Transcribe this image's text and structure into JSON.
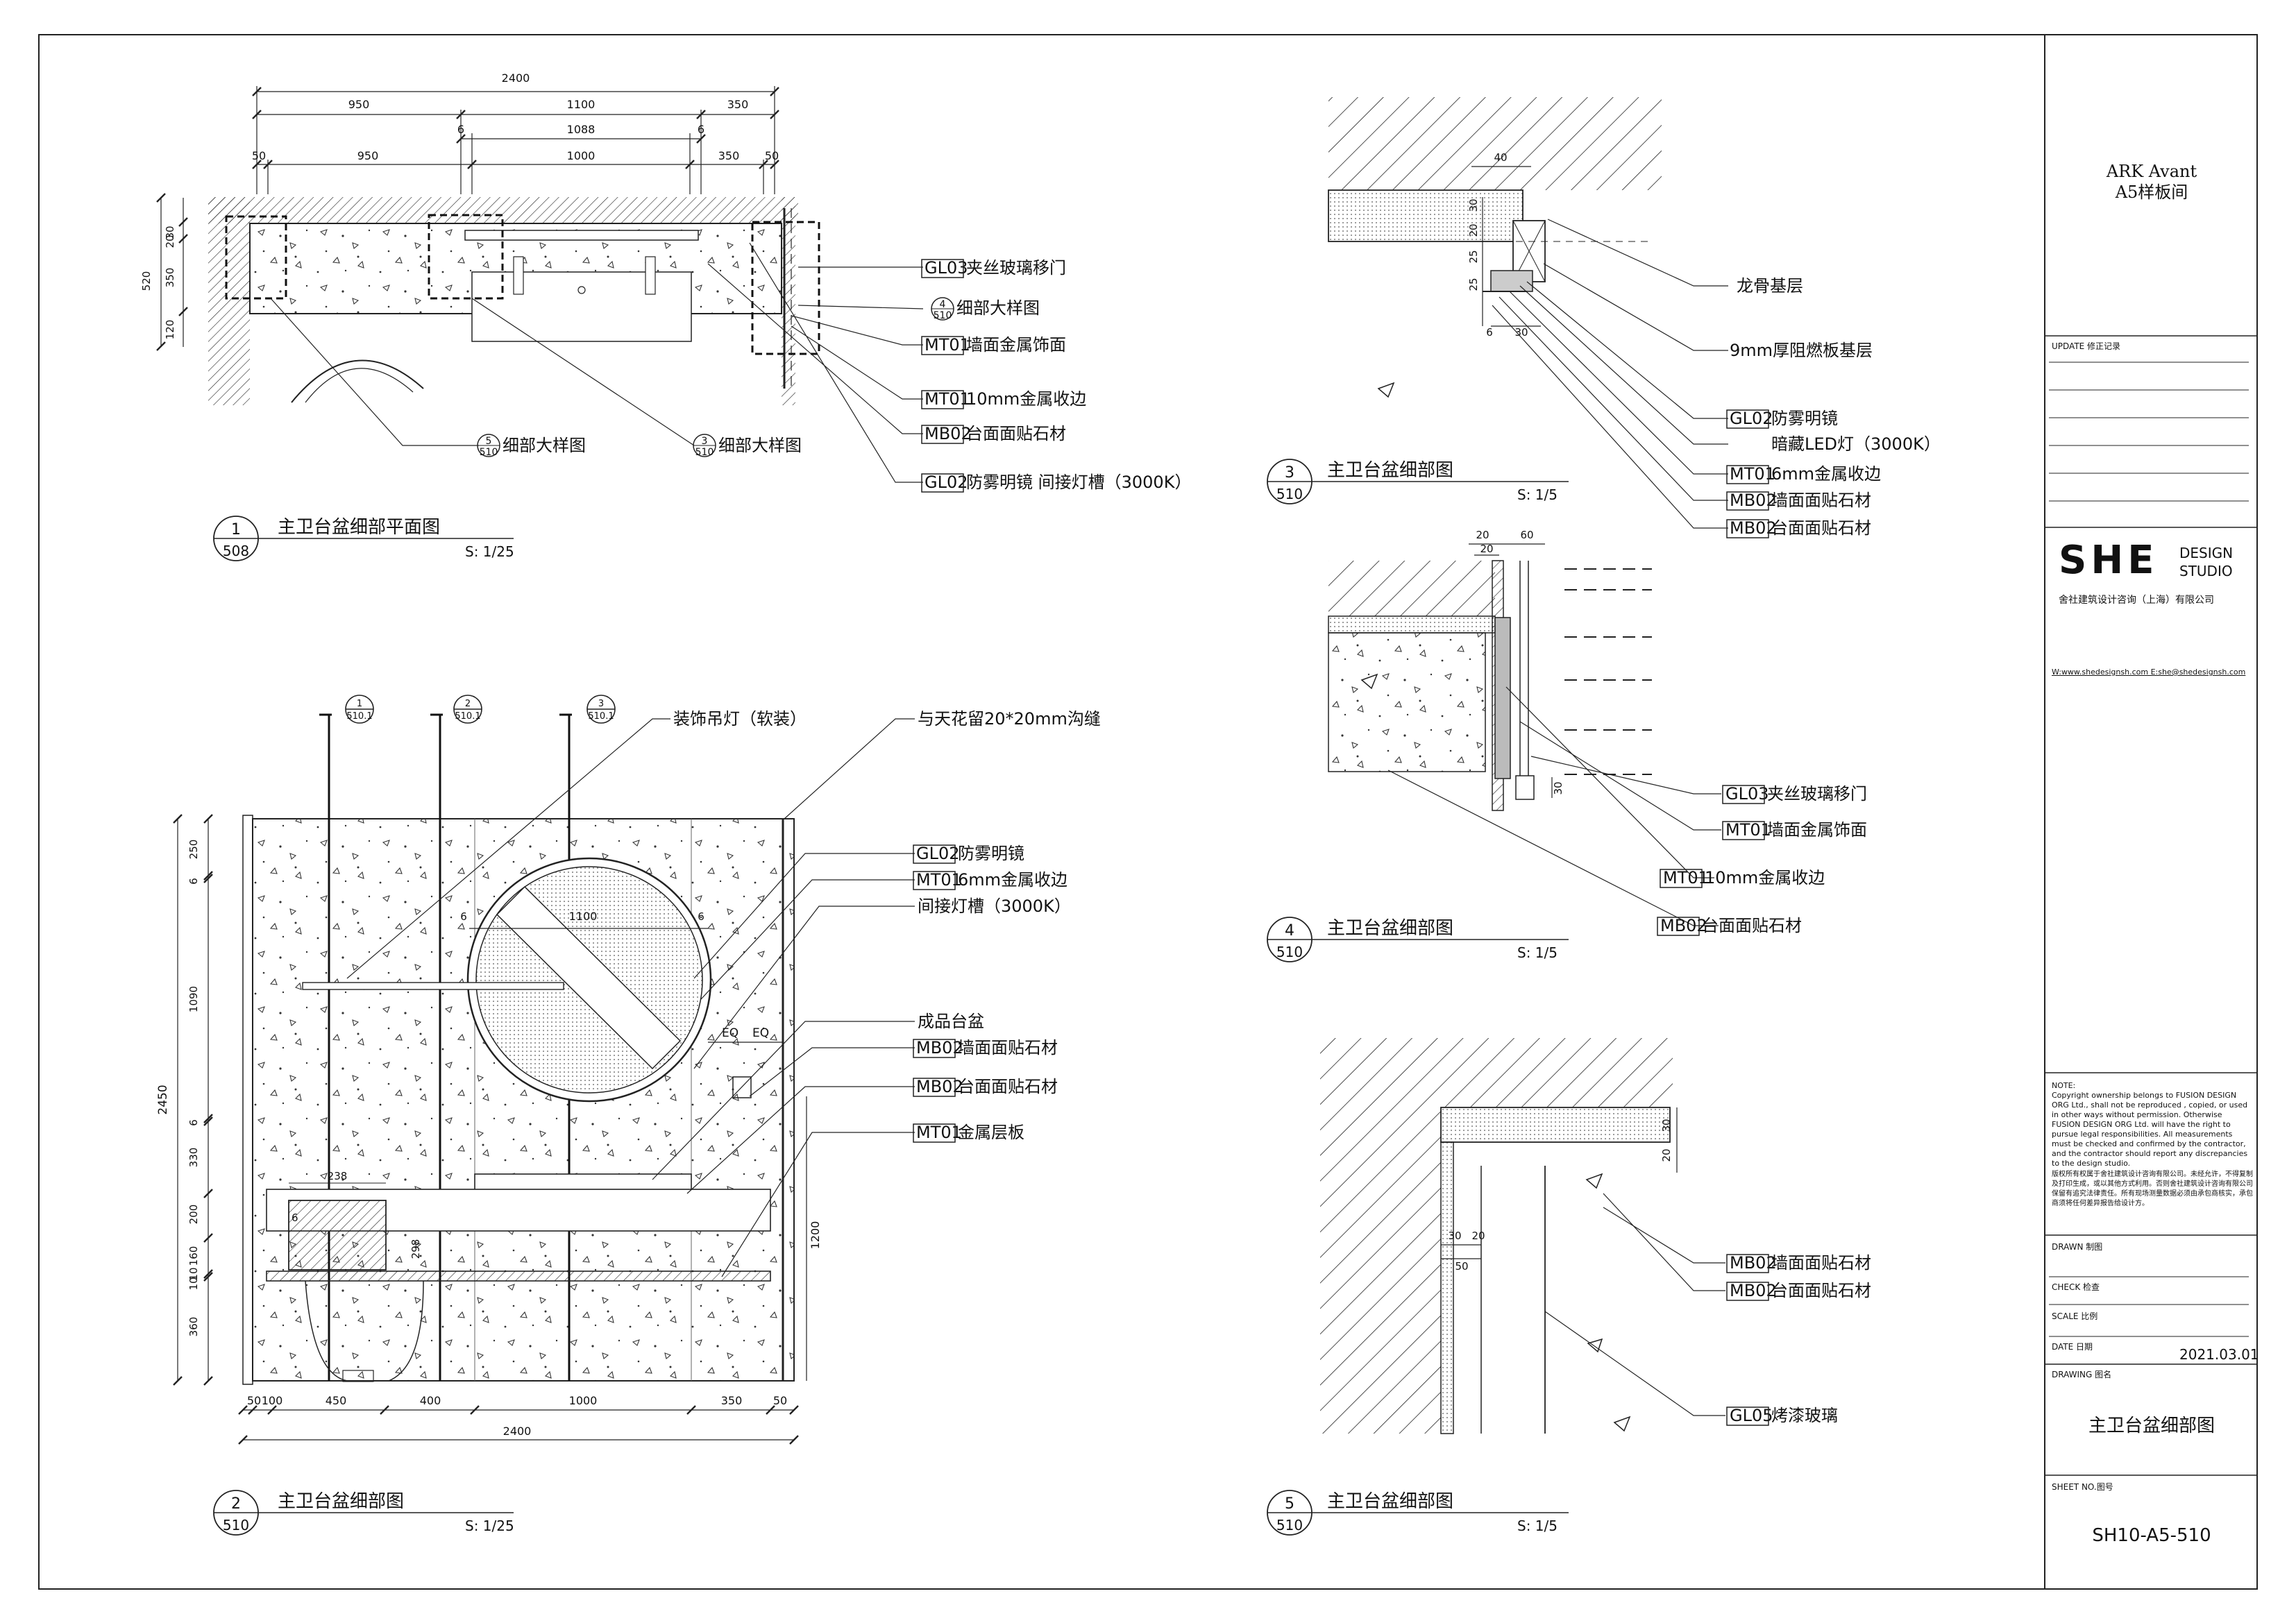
{
  "title_block": {
    "project_line1": "ARK Avant",
    "project_line2": "A5样板间",
    "update_label": "UPDATE 修正记录",
    "logo_text": "SHE",
    "logo_line1": "DESIGN",
    "logo_line2": "STUDIO",
    "company": "舍社建筑设计咨询（上海）有限公司",
    "web": "W:www.shedesignsh.com  E:she@shedesignsh.com",
    "note_label": "NOTE:",
    "note_en": "Copyright ownership belongs to FUSION DESIGN ORG Ltd., shall not be reproduced , copied, or used in other ways without permission. Otherwise FUSION DESIGN ORG Ltd. will have the right to pursue legal responsibilities. All measurements must be checked and confirmed by the contractor, and the contractor should report any discrepancies to the design studio.",
    "note_cn": "版权所有权属于舍社建筑设计咨询有限公司。未经允许，不得复制及打印生成，或以其他方式利用。否则舍社建筑设计咨询有限公司保留有追究法律责任。所有现场测量数据必须由承包商核实，承包商须将任何差异报告给设计方。",
    "drawn_label": "DRAWN 制图",
    "check_label": "CHECK  检查",
    "scale_label": "SCALE  比例",
    "date_label": "DATE   日期",
    "date_value": "2021.03.01",
    "drawing_label": "DRAWING 图名",
    "drawing_name": "主卫台盆细部图",
    "sheet_label": "SHEET NO.图号",
    "sheet_no": "SH10-A5-510"
  },
  "views": {
    "v1": {
      "num": "1",
      "ref": "508",
      "title": "主卫台盆细部平面图",
      "scale": "S: 1/25"
    },
    "v2": {
      "num": "2",
      "ref": "510",
      "title": "主卫台盆细部图",
      "scale": "S: 1/25"
    },
    "v3": {
      "num": "3",
      "ref": "510",
      "title": "主卫台盆细部图",
      "scale": "S: 1/5"
    },
    "v4": {
      "num": "4",
      "ref": "510",
      "title": "主卫台盆细部图",
      "scale": "S: 1/5"
    },
    "v5": {
      "num": "5",
      "ref": "510",
      "title": "主卫台盆细部图",
      "scale": "S: 1/5"
    }
  },
  "plan": {
    "dims_row1": [
      "2400"
    ],
    "dims_row2": [
      "950",
      "1100",
      "350"
    ],
    "dims_row3": [
      "6",
      "1088",
      "6"
    ],
    "dims_row4": [
      "50",
      "950",
      "1000",
      "350",
      "50"
    ],
    "dims_left": [
      "520",
      "30",
      "20",
      "350",
      "120"
    ],
    "callouts": [
      {
        "code": "GL03",
        "text": "夹丝玻璃移门"
      },
      {
        "code": "",
        "text": "细部大样图",
        "sym_num": "4",
        "sym_ref": "510"
      },
      {
        "code": "MT01",
        "text": "墙面金属饰面"
      },
      {
        "code": "MT01",
        "text": "10mm金属收边"
      },
      {
        "code": "MB02",
        "text": "台面面贴石材"
      },
      {
        "code": "GL02",
        "text": "防雾明镜  间接灯槽（3000K）"
      }
    ],
    "detail_refs": [
      {
        "num": "5",
        "ref": "510",
        "text": "细部大样图"
      },
      {
        "num": "3",
        "ref": "510",
        "text": "细部大样图"
      }
    ]
  },
  "elev": {
    "section_marks": [
      {
        "num": "1",
        "ref": "510.1"
      },
      {
        "num": "2",
        "ref": "510.1"
      },
      {
        "num": "3",
        "ref": "510.1"
      }
    ],
    "top_note1": "装饰吊灯（软装）",
    "top_note2": "与天花留20*20mm沟缝",
    "callouts": [
      {
        "code": "GL02",
        "text": "防雾明镜"
      },
      {
        "code": "MT01",
        "text": "6mm金属收边"
      },
      {
        "code": "",
        "text": "间接灯槽（3000K）"
      },
      {
        "code": "",
        "text": "成品台盆"
      },
      {
        "code": "MB02",
        "text": "墙面面贴石材"
      },
      {
        "code": "MB02",
        "text": "台面面贴石材"
      },
      {
        "code": "MT01",
        "text": "金属层板"
      }
    ],
    "dims_left": [
      "250",
      "6",
      "1090",
      "6",
      "330",
      "200",
      "160",
      "10",
      "10",
      "360"
    ],
    "total_h": "2450",
    "dims_bottom": [
      "50",
      "100",
      "450",
      "400",
      "1000",
      "350",
      "50"
    ],
    "total_w": "2400",
    "inner": [
      "1100",
      "6",
      "6",
      "EQ",
      "EQ",
      "238",
      "6",
      "298",
      "1200"
    ]
  },
  "d3": {
    "dims": [
      "40",
      "30",
      "20",
      "25",
      "25",
      "30",
      "6"
    ],
    "callouts": [
      {
        "code": "",
        "text": "龙骨基层"
      },
      {
        "code": "",
        "text": "9mm厚阻燃板基层"
      },
      {
        "code": "GL02",
        "text": "防雾明镜"
      },
      {
        "code": "",
        "text": "暗藏LED灯（3000K）"
      },
      {
        "code": "MT01",
        "text": "6mm金属收边"
      },
      {
        "code": "MB02",
        "text": "墙面面贴石材"
      },
      {
        "code": "MB02",
        "text": "台面面贴石材"
      }
    ]
  },
  "d4": {
    "dims": [
      "20",
      "60",
      "20",
      "30"
    ],
    "callouts": [
      {
        "code": "GL03",
        "text": "夹丝玻璃移门"
      },
      {
        "code": "MT01",
        "text": "墙面金属饰面"
      },
      {
        "code": "MT01",
        "text": "10mm金属收边"
      },
      {
        "code": "MB02",
        "text": "台面面贴石材"
      }
    ]
  },
  "d5": {
    "dims": [
      "30",
      "20",
      "30",
      "20",
      "50"
    ],
    "callouts": [
      {
        "code": "MB02",
        "text": "墙面面贴石材"
      },
      {
        "code": "MB02",
        "text": "台面面贴石材"
      },
      {
        "code": "GL05",
        "text": "烤漆玻璃"
      }
    ]
  }
}
